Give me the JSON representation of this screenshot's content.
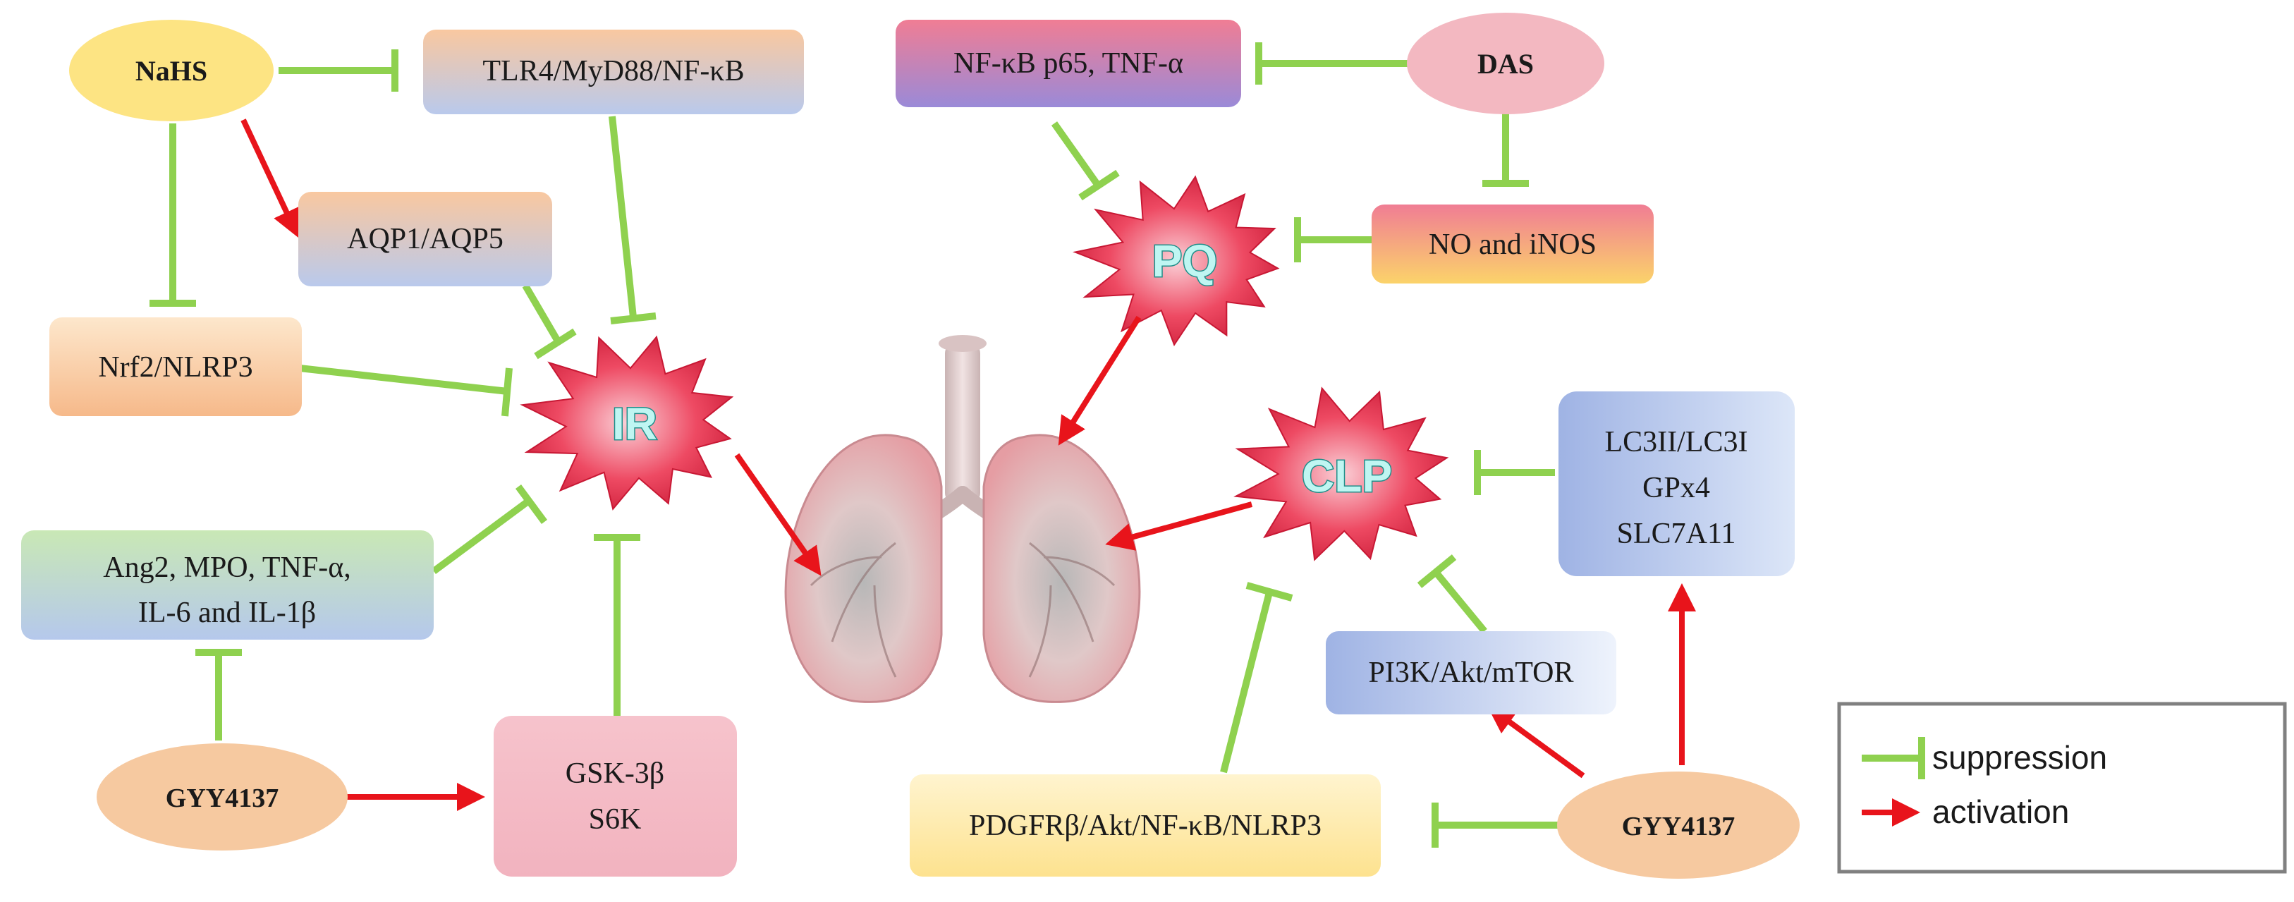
{
  "colors": {
    "suppression": "#8fd14f",
    "activation": "#e8141b",
    "oval_yellow": "#fde483",
    "oval_pink": "#f3b8c1",
    "oval_peach": "#f6c9a0",
    "star": "#e8334f"
  },
  "nodes": {
    "nahs": "NaHS",
    "das": "DAS",
    "gyy_left": "GYY4137",
    "gyy_right": "GYY4137",
    "tlr4": "TLR4/MyD88/NF-κB",
    "nfkb_p65": "NF-κB p65, TNF-α",
    "aqp": "AQP1/AQP5",
    "nrf2": "Nrf2/NLRP3",
    "no_inos": "NO and iNOS",
    "ang2_line1": "Ang2, MPO, TNF-α,",
    "ang2_line2": "IL-6 and IL-1β",
    "gsk_line1": "GSK-3β",
    "gsk_line2": "S6K",
    "lc3_line1": "LC3II/LC3I",
    "lc3_line2": "GPx4",
    "lc3_line3": "SLC7A11",
    "pi3k": "PI3K/Akt/mTOR",
    "pdgfr": "PDGFRβ/Akt/NF-κB/NLRP3"
  },
  "stars": {
    "ir": "IR",
    "pq": "PQ",
    "clp": "CLP"
  },
  "legend": {
    "suppression": "suppression",
    "activation": "activation"
  }
}
